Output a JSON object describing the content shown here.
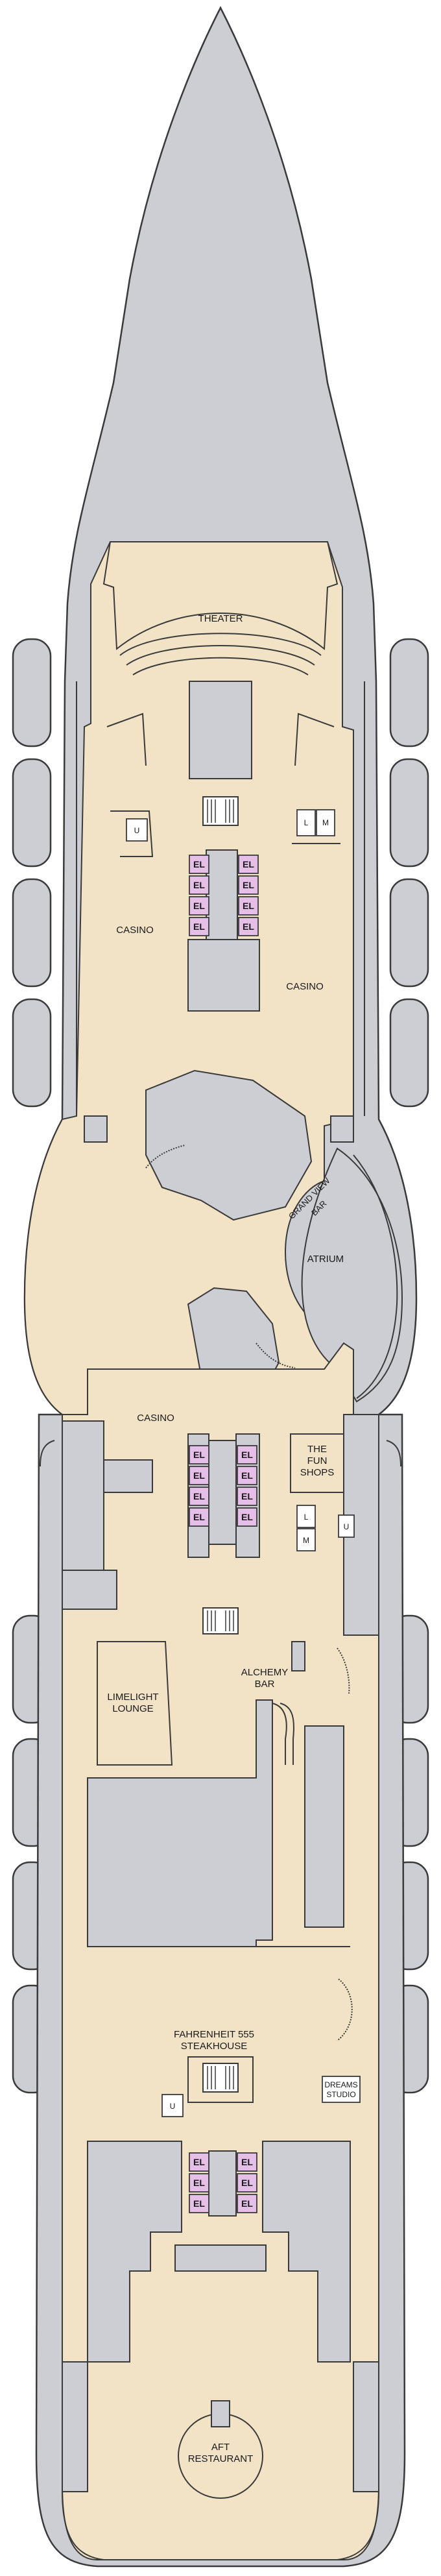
{
  "rooms": {
    "theater": "THEATER",
    "casino_left": "CASINO",
    "casino_right": "CASINO",
    "grand_view_bar_1": "GRAND VIEW",
    "grand_view_bar_2": "BAR",
    "atrium": "ATRIUM",
    "casino_mid": "CASINO",
    "fun_shops_1": "THE",
    "fun_shops_2": "FUN",
    "fun_shops_3": "SHOPS",
    "limelight_1": "LIMELIGHT",
    "limelight_2": "LOUNGE",
    "alchemy_1": "ALCHEMY",
    "alchemy_2": "BAR",
    "steakhouse_1": "FAHRENHEIT 555",
    "steakhouse_2": "STEAKHOUSE",
    "dreams_1": "DREAMS",
    "dreams_2": "STUDIO",
    "aft_1": "AFT",
    "aft_2": "RESTAURANT"
  },
  "symbols": {
    "elevator": "EL",
    "unisex_restroom": "U",
    "ladies_restroom": "L",
    "mens_restroom": "M"
  }
}
